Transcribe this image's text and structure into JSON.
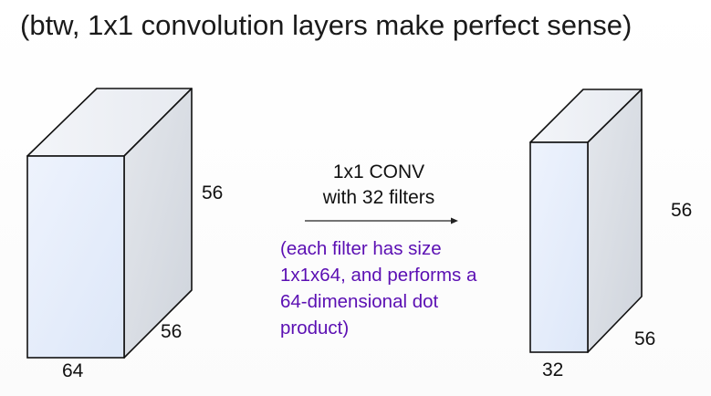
{
  "title": "(btw, 1x1 convolution layers make perfect sense)",
  "input_volume": {
    "height_label": "56",
    "width_label": "56",
    "depth_label": "64"
  },
  "output_volume": {
    "height_label": "56",
    "width_label": "56",
    "depth_label": "32"
  },
  "operation": {
    "line1": "1x1 CONV",
    "line2": "with 32 filters"
  },
  "note": {
    "lines": [
      "(each filter has size",
      "1x1x64, and performs a",
      "64-dimensional dot",
      "product)"
    ]
  },
  "colors": {
    "front_face": "#e6eefb",
    "side_face": "#d6dbe3",
    "top_face": "#eef1f6",
    "edge": "#111111",
    "note_text": "#5b0fb3"
  }
}
